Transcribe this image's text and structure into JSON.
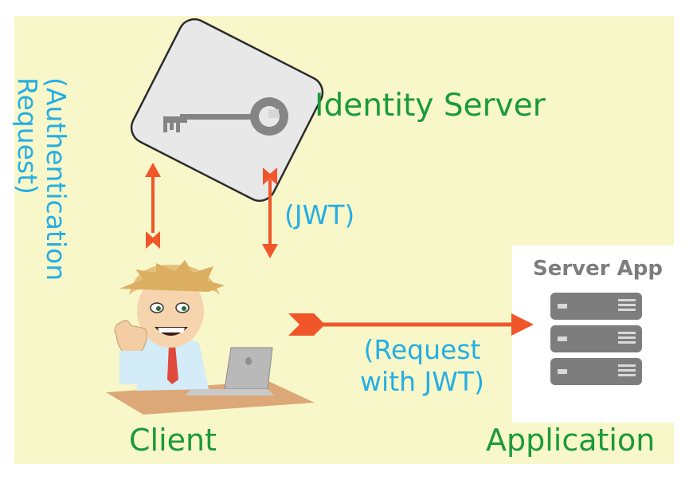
{
  "labels": {
    "identity_server": "Identity Server",
    "jwt": "(JWT)",
    "request_with_jwt_line1": "(Request",
    "request_with_jwt_line2": "with JWT)",
    "client": "Client",
    "application": "Application",
    "authentication_request_line1": "(Authentication",
    "authentication_request_line2": "Request)",
    "server_app": "Server App"
  },
  "colors": {
    "background": "#f8f7c9",
    "label_green": "#1a9a3c",
    "label_blue": "#25aee4",
    "arrow": "#f0562a",
    "server_panel": "#ffffff",
    "server_units": "#7d7d7d",
    "key_card": "#e8e8e8",
    "key": "#858585"
  },
  "icons": [
    "key-icon",
    "client-person-icon",
    "laptop-icon",
    "server-stack-icon"
  ]
}
